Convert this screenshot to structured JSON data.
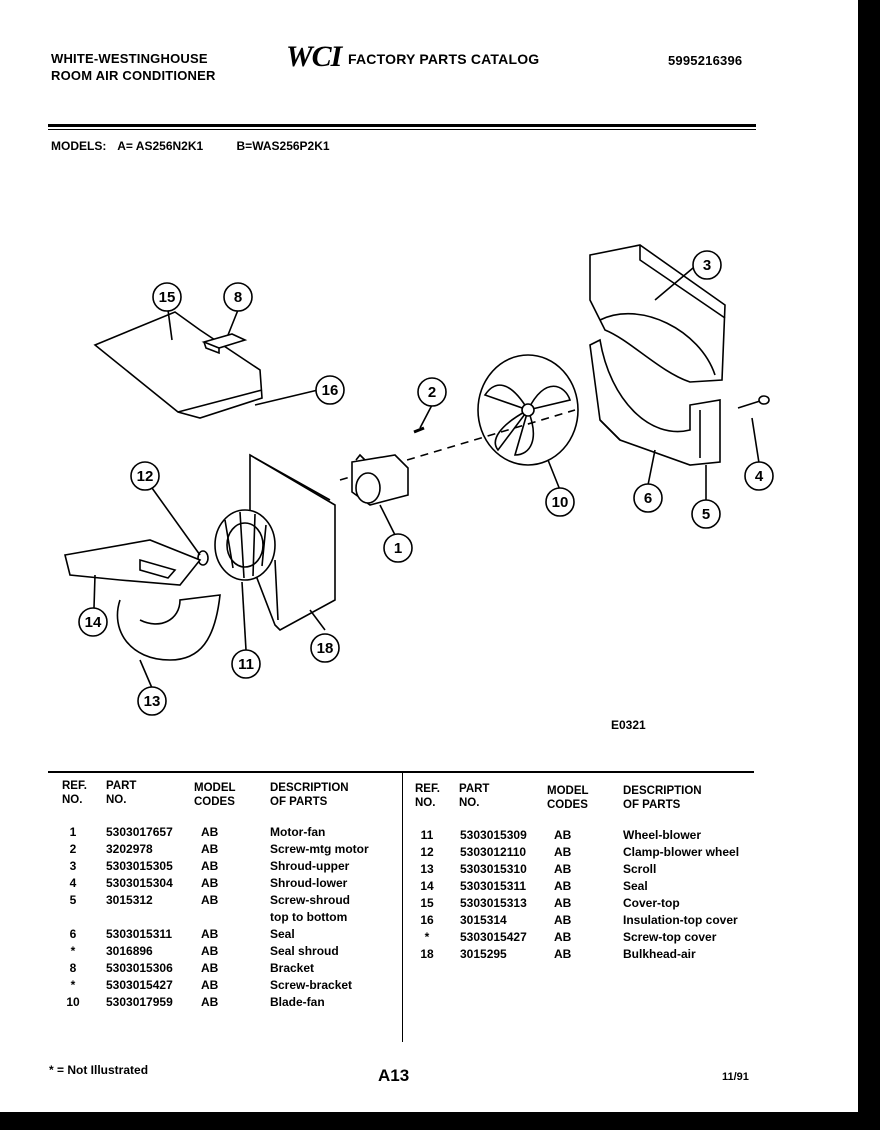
{
  "header": {
    "brand_line1": "WHITE-WESTINGHOUSE",
    "brand_line2": "ROOM AIR CONDITIONER",
    "logo_text": "WCI",
    "catalog_title": "FACTORY PARTS CATALOG",
    "catalog_number": "5995216396"
  },
  "models": {
    "label": "MODELS:",
    "model_a": "A= AS256N2K1",
    "model_b": "B=WAS256P2K1"
  },
  "diagram": {
    "callouts": [
      "1",
      "2",
      "3",
      "4",
      "5",
      "6",
      "8",
      "10",
      "11",
      "12",
      "13",
      "14",
      "15",
      "16",
      "18"
    ],
    "drawing_code": "E0321"
  },
  "table": {
    "headers": {
      "ref_line1": "REF.",
      "ref_line2": "NO.",
      "part_line1": "PART",
      "part_line2": "NO.",
      "model_line1": "MODEL",
      "model_line2": "CODES",
      "desc_line1": "DESCRIPTION",
      "desc_line2": "OF PARTS"
    },
    "left_rows": [
      {
        "ref": "1",
        "part": "5303017657",
        "codes": "AB",
        "desc": "Motor-fan"
      },
      {
        "ref": "2",
        "part": "3202978",
        "codes": "AB",
        "desc": "Screw-mtg motor"
      },
      {
        "ref": "3",
        "part": "5303015305",
        "codes": "AB",
        "desc": "Shroud-upper"
      },
      {
        "ref": "4",
        "part": "5303015304",
        "codes": "AB",
        "desc": "Shroud-lower"
      },
      {
        "ref": "5",
        "part": "3015312",
        "codes": "AB",
        "desc": "Screw-shroud"
      },
      {
        "ref": "",
        "part": "",
        "codes": "",
        "desc": "top to bottom"
      },
      {
        "ref": "6",
        "part": "5303015311",
        "codes": "AB",
        "desc": "Seal"
      },
      {
        "ref": "*",
        "part": "3016896",
        "codes": "AB",
        "desc": "Seal shroud"
      },
      {
        "ref": "8",
        "part": "5303015306",
        "codes": "AB",
        "desc": "Bracket"
      },
      {
        "ref": "*",
        "part": "5303015427",
        "codes": "AB",
        "desc": "Screw-bracket"
      },
      {
        "ref": "10",
        "part": "5303017959",
        "codes": "AB",
        "desc": "Blade-fan"
      }
    ],
    "right_rows": [
      {
        "ref": "11",
        "part": "5303015309",
        "codes": "AB",
        "desc": "Wheel-blower"
      },
      {
        "ref": "12",
        "part": "5303012110",
        "codes": "AB",
        "desc": "Clamp-blower wheel"
      },
      {
        "ref": "13",
        "part": "5303015310",
        "codes": "AB",
        "desc": "Scroll"
      },
      {
        "ref": "14",
        "part": "5303015311",
        "codes": "AB",
        "desc": "Seal"
      },
      {
        "ref": "15",
        "part": "5303015313",
        "codes": "AB",
        "desc": "Cover-top"
      },
      {
        "ref": "16",
        "part": "3015314",
        "codes": "AB",
        "desc": "Insulation-top cover"
      },
      {
        "ref": "*",
        "part": "5303015427",
        "codes": "AB",
        "desc": "Screw-top cover"
      },
      {
        "ref": "18",
        "part": "3015295",
        "codes": "AB",
        "desc": "Bulkhead-air"
      }
    ]
  },
  "footer": {
    "note": "* = Not Illustrated",
    "page": "A13",
    "date": "11/91"
  }
}
